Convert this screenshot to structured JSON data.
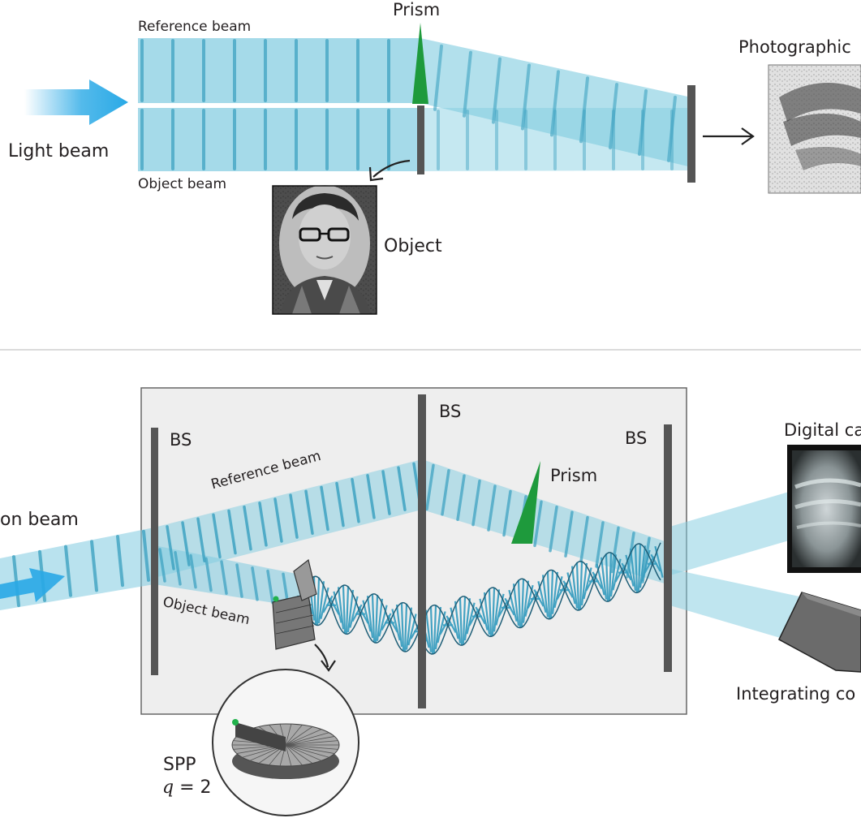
{
  "top": {
    "reference_beam": "Reference beam",
    "prism": "Prism",
    "photographic": "Photographic",
    "light_beam": "Light beam",
    "object_beam": "Object beam",
    "object": "Object"
  },
  "bottom": {
    "bs_left": "BS",
    "bs_middle": "BS",
    "bs_right": "BS",
    "digital_camera": "Digital ca",
    "prism": "Prism",
    "reference_beam": "Reference beam",
    "input_beam": "on beam",
    "object_beam": "Object beam",
    "integrating": "Integrating co",
    "spp": "SPP",
    "q_var": "q",
    "q_eq": " = 2"
  },
  "colors": {
    "beam": "#7fcbe0",
    "beam_dark": "#3a9ec0",
    "wavefront": "#3fa3c2",
    "arrow": "#29a9e6",
    "prism": "#1e9a3c",
    "plate": "#555555",
    "panel": "#eeeeee"
  }
}
